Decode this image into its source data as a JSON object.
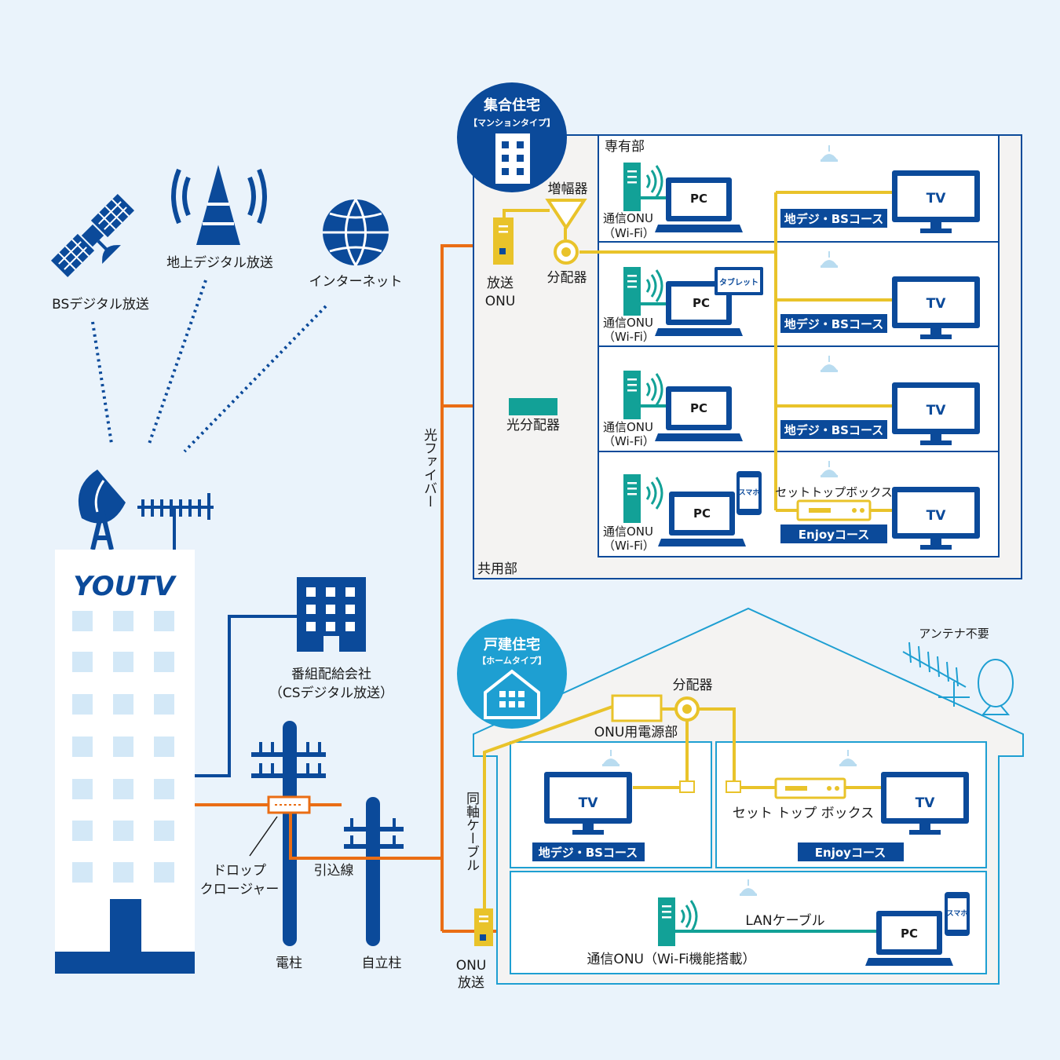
{
  "colors": {
    "background": "#eaf3fb",
    "navy": "#0b4a9a",
    "orange": "#ea6d14",
    "yellow": "#e9c32a",
    "teal": "#12a197",
    "cyan": "#1e9fd2"
  },
  "sources": {
    "bs": "BSデジタル放送",
    "terrestrial": "地上デジタル放送",
    "internet": "インターネット"
  },
  "headend": {
    "logo": "YOUTV"
  },
  "cs_company": {
    "line1": "番組配給会社",
    "line2": "（CSデジタル放送）"
  },
  "poles": {
    "drop_closure_line1": "ドロップ",
    "drop_closure_line2": "クロージャー",
    "denchu": "電柱",
    "jiritsuchu": "自立柱",
    "hikikomi": "引込線"
  },
  "fiber_label": "光ファイバー",
  "coax_label": "同軸ケーブル",
  "mansion": {
    "badge_title": "集合住宅",
    "badge_sub": "【マンションタイプ】",
    "senyu": "専有部",
    "kyoyo": "共用部",
    "amp": "増幅器",
    "splitter": "分配器",
    "hoso_onu_1": "放送",
    "hoso_onu_2": "ONU",
    "optical_splitter": "光分配器",
    "units": [
      {
        "onu1": "通信ONU",
        "onu2": "（Wi-Fi）",
        "pc": "PC",
        "extra": "",
        "course": "地デジ・BSコース",
        "tv": "TV"
      },
      {
        "onu1": "通信ONU",
        "onu2": "（Wi-Fi）",
        "pc": "PC",
        "extra": "タブレット",
        "course": "地デジ・BSコース",
        "tv": "TV"
      },
      {
        "onu1": "通信ONU",
        "onu2": "（Wi-Fi）",
        "pc": "PC",
        "extra": "",
        "course": "地デジ・BSコース",
        "tv": "TV"
      },
      {
        "onu1": "通信ONU",
        "onu2": "（Wi-Fi）",
        "pc": "PC",
        "extra": "スマホ",
        "course": "Enjoyコース",
        "tv": "TV"
      }
    ],
    "stb": "セットトップボックス"
  },
  "house": {
    "badge_title": "戸建住宅",
    "badge_sub": "【ホームタイプ】",
    "antenna_not_needed": "アンテナ不要",
    "onu_power": "ONU用電源部",
    "splitter": "分配器",
    "tv_left": "TV",
    "course_left": "地デジ・BSコース",
    "stb": "セット トップ ボックス",
    "tv_right": "TV",
    "course_right": "Enjoyコース",
    "lan": "LANケーブル",
    "onu_wifi": "通信ONU（Wi-Fi機能搭載）",
    "pc": "PC",
    "smartphone": "スマホ",
    "onu_box_1": "ONU",
    "onu_box_2": "放送"
  }
}
